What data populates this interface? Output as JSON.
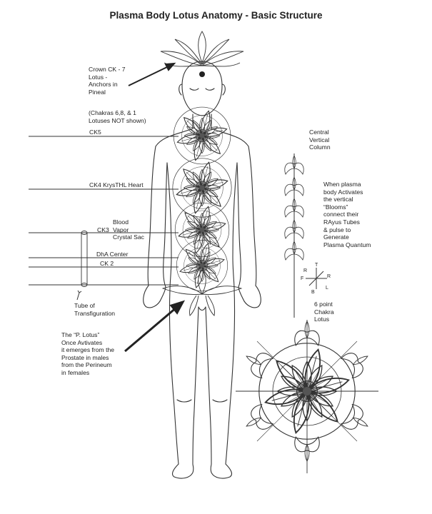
{
  "title": "Plasma Body Lotus Anatomy - Basic Structure",
  "labels": {
    "crown": "Crown CK - 7\nLotus -\nAnchors in\nPineal",
    "chakras_note": "(Chakras 6,8, & 1\nLotuses NOT shown)",
    "ck5": "CK5",
    "ck4": "CK4 KrysTHL Heart",
    "blood": "Blood\nVapor\nCrystal Sac",
    "ck3": "CK3",
    "dha": "DhA Center",
    "ck2": "CK 2",
    "tube": "Tube of\nTransfiguration",
    "plotus": "The “P. Lotus”\nOnce Avtivates\nit emerges from the\nProstate in males\nfrom the Perineum\nin females",
    "central": "Central\nVertical\nColumn",
    "plasma_note": "When plasma\nbody Activates\nthe vertical\n“Blooms”\nconnect their\nRAyus Tubes\n& pulse to\nGenerate\nPlasma Quantum",
    "six_point": "6 point\nChakra\nLotus"
  },
  "compass": {
    "t": "T",
    "r1": "R",
    "f": "F",
    "r2": "R",
    "b": "B",
    "l": "L"
  },
  "colors": {
    "ink": "#222222",
    "paper": "#ffffff"
  }
}
